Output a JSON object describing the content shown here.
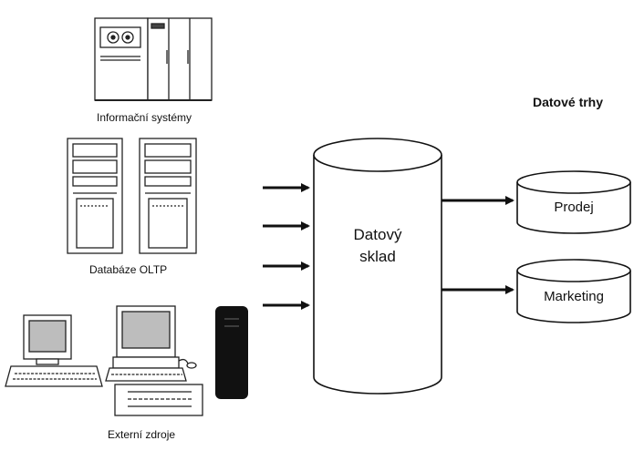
{
  "labels": {
    "information_systems": "Informační systémy",
    "oltp_databases": "Databáze OLTP",
    "external_sources": "Externí zdroje",
    "data_warehouse_line1": "Datový",
    "data_warehouse_line2": "sklad",
    "data_marts_title": "Datové trhy",
    "mart_sales": "Prodej",
    "mart_marketing": "Marketing"
  },
  "colors": {
    "ink": "#111111",
    "paper": "#ffffff",
    "screen_gray": "#bdbdbd"
  },
  "icons": [
    "mainframe-icon",
    "tower-server-icon",
    "desktop-computer-icon",
    "tower-case-icon"
  ]
}
